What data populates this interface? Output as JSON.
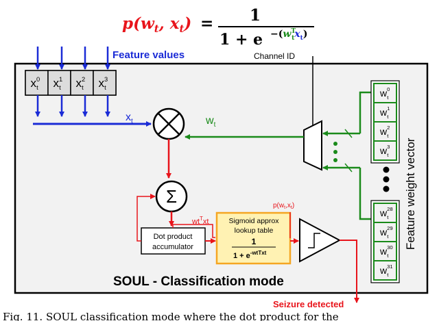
{
  "formula": {
    "lhs": "p(w",
    "lhs_sub1": "t",
    "lhs_mid": ", x",
    "lhs_sub2": "t",
    "lhs_close": ")",
    "equals": "=",
    "numerator": "1",
    "den_prefix": "1 + e",
    "exp_open": "−(",
    "exp_w": "w",
    "exp_w_sup": "T",
    "exp_w_sub": "t",
    "exp_x": "x",
    "exp_x_sub": "t",
    "exp_close": ")"
  },
  "labels": {
    "feature_values": "Feature values",
    "channel_id": "Channel ID",
    "xt": "x",
    "xt_sub": "t",
    "wt": "w",
    "wt_sub": "t",
    "sum_symbol": "Σ",
    "dot_line1": "Dot product",
    "dot_line2": "accumulator",
    "sigmoid_line1": "Sigmoid approx",
    "sigmoid_line2": "lookup table",
    "sigmoid_num": "1",
    "sigmoid_den": "1 + e",
    "sigmoid_exp": "-wtTxt",
    "wtxt_label": "wt",
    "wtxt_sup": "T",
    "wtxt_x": "xt",
    "p_label": "p(w",
    "p_label_rest": ",x",
    "p_label_close": ")",
    "p_sub": "t",
    "feature_weight_vector": "Feature weight vector",
    "mode_title": "SOUL - Classification mode",
    "seizure": "Seizure detected",
    "caption": "Fig. 11. SOUL classification mode where the dot product for the"
  },
  "feature_cells": [
    {
      "base": "x",
      "sup": "0",
      "sub": "t"
    },
    {
      "base": "x",
      "sup": "1",
      "sub": "t"
    },
    {
      "base": "x",
      "sup": "2",
      "sub": "t"
    },
    {
      "base": "x",
      "sup": "3",
      "sub": "t"
    }
  ],
  "weights_top": [
    {
      "base": "w",
      "sup": "0",
      "sub": "t"
    },
    {
      "base": "w",
      "sup": "1",
      "sub": "t"
    },
    {
      "base": "w",
      "sup": "2",
      "sub": "t"
    },
    {
      "base": "w",
      "sup": "3",
      "sub": "t"
    }
  ],
  "weights_bottom": [
    {
      "base": "w",
      "sup": "28",
      "sub": "t"
    },
    {
      "base": "w",
      "sup": "29",
      "sub": "t"
    },
    {
      "base": "w",
      "sup": "30",
      "sub": "t"
    },
    {
      "base": "w",
      "sup": "31",
      "sub": "t"
    }
  ],
  "colors": {
    "blue": "#1a2bd6",
    "red": "#e8141b",
    "green": "#1a8a1a",
    "panel": "#f2f2f2",
    "sigmoid_fill": "#fff2b3",
    "sigmoid_stroke": "#f5a623",
    "text": "#000000"
  }
}
